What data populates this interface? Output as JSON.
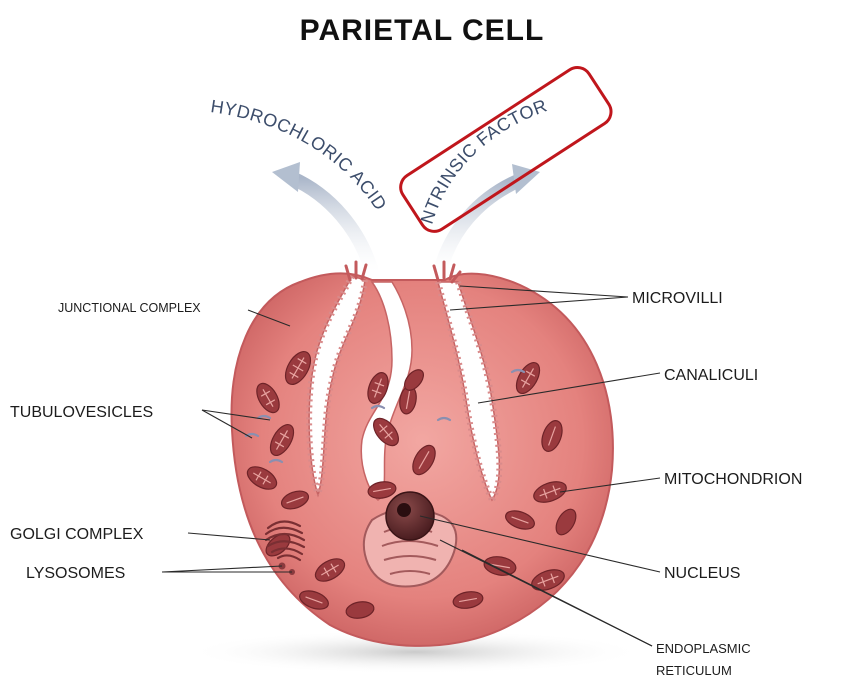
{
  "title": "PARIETAL CELL",
  "arrows": {
    "left": "HYDROCHLORIC ACID",
    "right": "NTRINSIC FACTOR"
  },
  "labels_left": {
    "junctional_complex": "JUNCTIONAL COMPLEX",
    "tubulovesicles": "TUBULOVESICLES",
    "golgi_complex": "GOLGI COMPLEX",
    "lysosomes": "LYSOSOMES"
  },
  "labels_right": {
    "microvilli": "MICROVILLI",
    "canaliculi": "CANALICULI",
    "mitochondrion": "MITOCHONDRION",
    "nucleus": "NUCLEUS",
    "endoplasmic_line1": "ENDOPLASMIC",
    "endoplasmic_line2": "RETICULUM"
  },
  "highlight_color": "#c0161c",
  "cell_color": "#e07f7f",
  "arrow_color": "#b9c3d3"
}
